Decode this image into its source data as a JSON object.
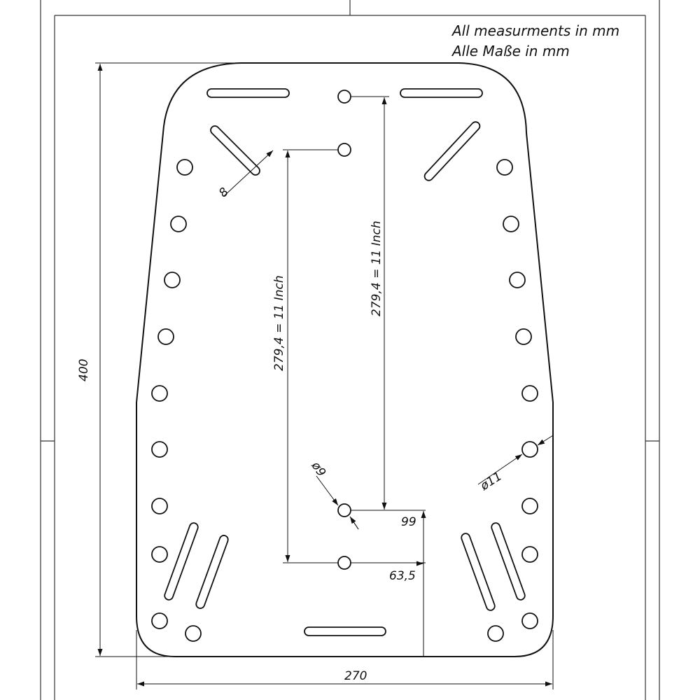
{
  "notes": {
    "line1": "All measurments in mm",
    "line2": "Alle Maße in mm"
  },
  "dimensions": {
    "height": "400",
    "width": "270",
    "slot_width": "8",
    "center_span_left": "279,4 = 11 Inch",
    "center_span_right": "279,4 = 11 Inch",
    "small_hole_diameter": "ø9",
    "large_hole_diameter": "ø11",
    "offset_99": "99",
    "offset_63_5": "63,5"
  },
  "colors": {
    "line": "#111111",
    "frame": "#333333"
  }
}
